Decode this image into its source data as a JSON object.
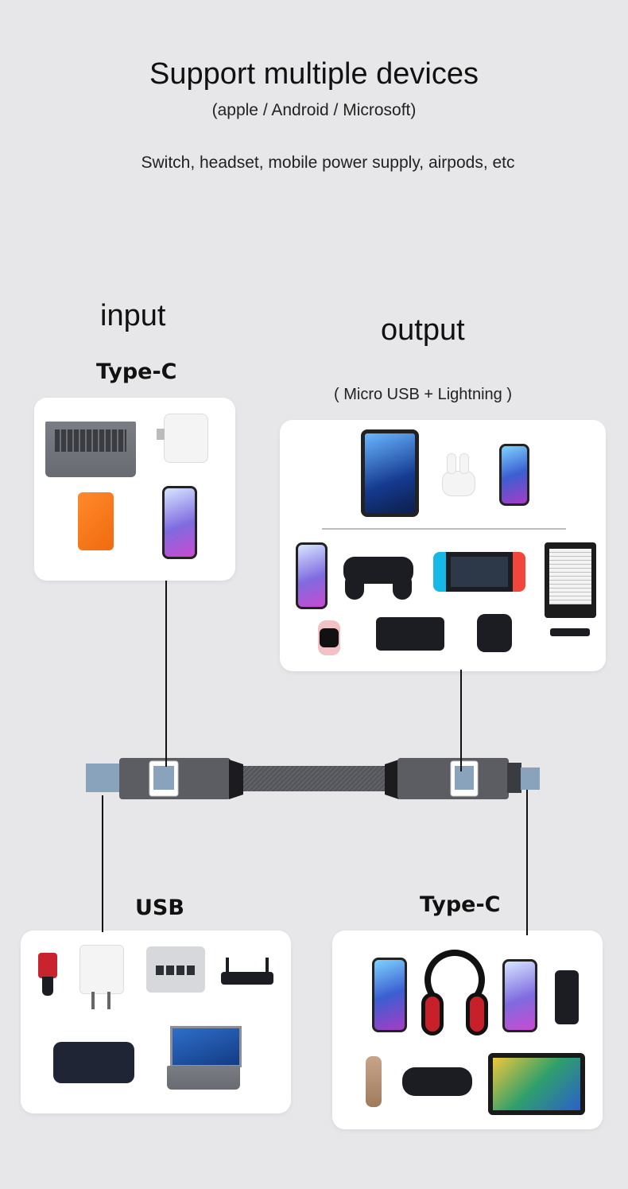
{
  "header": {
    "title": "Support multiple devices",
    "subtitle": "(apple / Android / Microsoft)",
    "devices_line": "Switch, headset, mobile power supply, airpods, etc"
  },
  "input": {
    "label": "input",
    "port": "Type-C"
  },
  "output": {
    "label": "output",
    "ports": "( Micro USB + Lightning )"
  },
  "usb": {
    "port": "USB"
  },
  "typec_out": {
    "port": "Type-C"
  },
  "colors": {
    "background": "#e7e7ea",
    "card": "#ffffff",
    "cable": "#55565c",
    "connector_blue": "#8aa3bd",
    "line": "#111111"
  },
  "input_devices": [
    "laptop",
    "usb-c charger",
    "power bank",
    "smartphone"
  ],
  "output_devices": [
    "tablet",
    "airpods",
    "iphone",
    "android phone",
    "game controller",
    "nintendo switch",
    "e-reader",
    "smartwatch",
    "power bank",
    "speaker",
    "stylus"
  ],
  "usb_devices": [
    "car charger",
    "usb charger",
    "usb hub",
    "router",
    "power bank",
    "laptop"
  ],
  "typec_devices": [
    "5g phone",
    "headphones",
    "smartphone",
    "power bank",
    "e-cigarette",
    "bluetooth speaker",
    "tablet"
  ]
}
